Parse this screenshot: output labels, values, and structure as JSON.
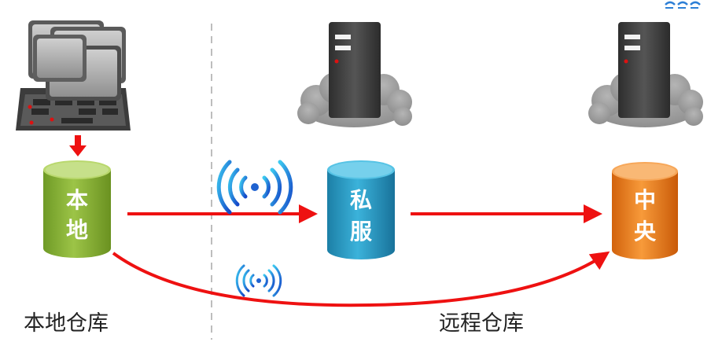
{
  "nodes": {
    "local": {
      "line1": "本",
      "line2": "地"
    },
    "private": {
      "line1": "私",
      "line2": "服"
    },
    "central": {
      "line1": "中",
      "line2": "央"
    }
  },
  "sections": {
    "local_label": "本地仓库",
    "remote_label": "远程仓库"
  },
  "colors": {
    "arrow": "#ee1111",
    "local_cylinder": "#8ab43a",
    "private_cylinder": "#2b9fc8",
    "central_cylinder": "#f07d1a",
    "wifi": "#1b6fd6",
    "cloud": "#9a9a9a",
    "server": "#3a3a3a"
  },
  "icons": [
    "computers-icon",
    "server-icon",
    "cloud-icon",
    "wifi-icon",
    "database-cylinder-icon"
  ]
}
